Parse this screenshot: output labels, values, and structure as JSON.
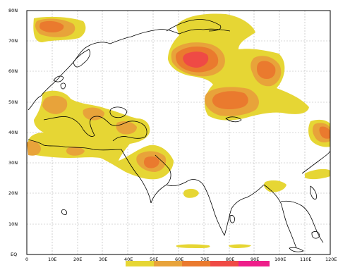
{
  "map": {
    "lat_labels": [
      "80N",
      "70N",
      "60N",
      "50N",
      "40N",
      "30N",
      "20N",
      "10N",
      "EQ"
    ],
    "lon_labels": [
      "0",
      "10E",
      "20E",
      "30E",
      "40E",
      "50E",
      "60E",
      "70E",
      "80E",
      "90E",
      "100E",
      "110E",
      "120E"
    ],
    "extent": {
      "lon": [
        0,
        120
      ],
      "lat": [
        0,
        80
      ]
    },
    "grid": true,
    "legend_placement": "bottom",
    "colors": {
      "level_1": "#e6d634",
      "level_2": "#e8a33a",
      "level_3": "#ea7a2e",
      "level_4": "#ef4a45",
      "level_5": "#ee1e8a",
      "frame": "#000000",
      "grid": "#b0b0b0"
    }
  }
}
